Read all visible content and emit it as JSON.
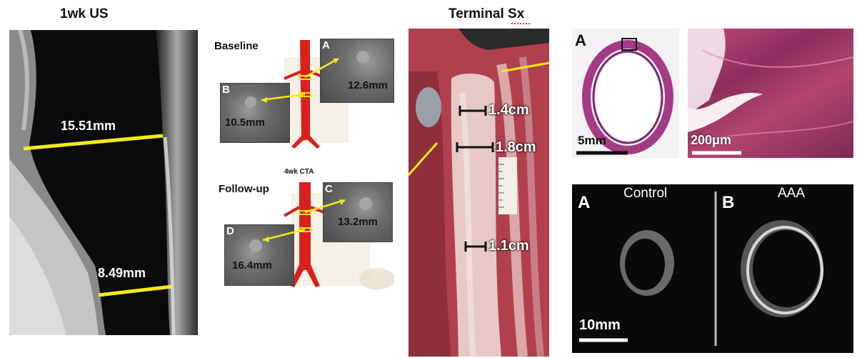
{
  "ultrasound": {
    "title": "1wk US",
    "measure_top": "15.51mm",
    "measure_bottom": "8.49mm"
  },
  "cta": {
    "baseline_label": "Baseline",
    "followup_label": "Follow-up",
    "subtitle": "4wk CTA",
    "panels": [
      {
        "letter": "A",
        "value": "12.6mm"
      },
      {
        "letter": "B",
        "value": "10.5mm"
      },
      {
        "letter": "C",
        "value": "13.2mm"
      },
      {
        "letter": "D",
        "value": "16.4mm"
      }
    ]
  },
  "surgery": {
    "title": "Terminal Sx",
    "measures": [
      "1.4cm",
      "1.8cm",
      "1.1cm"
    ]
  },
  "histology": {
    "letter": "A",
    "scale_left": "5mm",
    "scale_right": "200μm"
  },
  "microct": {
    "letter_left": "A",
    "letter_right": "B",
    "label_left": "Control",
    "label_right": "AAA",
    "scale": "10mm"
  },
  "colors": {
    "measure_line": "#f2ea1d",
    "vessel_red": "#d9201b",
    "tissue_pink": "#c8456a"
  }
}
